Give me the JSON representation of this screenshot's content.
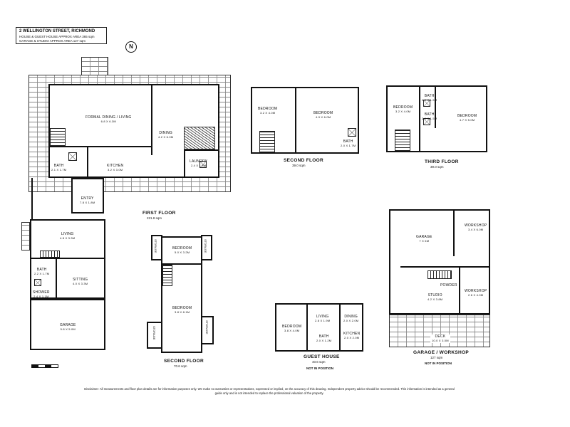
{
  "header": {
    "address": "2 WELLINGTON STREET, RICHMOND",
    "line2": "HOUSE & GUEST HOUSE APPROX AREA 365 sqm",
    "line3": "GARAGE & STUDIO APPROX AREA 127 sqm",
    "north": "N"
  },
  "first_floor": {
    "title": "FIRST FLOOR",
    "area": "221.8 sqm",
    "rooms": {
      "formal_dining": {
        "name": "FORMAL DINING / LIVING",
        "size": "6.8 x 6.3m"
      },
      "dining": {
        "name": "DINING",
        "size": "4.2 x 6.0m"
      },
      "kitchen": {
        "name": "KITCHEN",
        "size": "3.2 x 3.0m"
      },
      "laundry": {
        "name": "LAUNDRY",
        "size": "2.4 x 1.8m"
      },
      "bath": {
        "name": "BATH",
        "size": "2.1 x 1.7m"
      },
      "entry": {
        "name": "ENTRY",
        "size": "7.8 x 1.8m"
      },
      "living": {
        "name": "LIVING",
        "size": "4.8 x 3.3m"
      },
      "sitting": {
        "name": "SITTING",
        "size": "4.0 x 3.3m"
      },
      "bath2": {
        "name": "BATH",
        "size": "2.2 x 1.7m"
      },
      "shower": {
        "name": "SHOWER",
        "size": "2.4 x 1.1m"
      },
      "garage": {
        "name": "GARAGE",
        "size": "5.8 x 5.0m"
      }
    }
  },
  "second_floor_a": {
    "title": "SECOND FLOOR",
    "area": "39.0 sqm",
    "rooms": {
      "bed1": {
        "name": "BEDROOM",
        "size": "3.2 x 4.0m"
      },
      "bed2": {
        "name": "BEDROOM",
        "size": "4.9 x 6.0m"
      },
      "bath": {
        "name": "BATH",
        "size": "2.0 x 1.7m"
      }
    }
  },
  "third_floor": {
    "title": "THIRD FLOOR",
    "area": "39.0 sqm",
    "rooms": {
      "bed1": {
        "name": "BEDROOM",
        "size": "3.2 x 4.0m"
      },
      "bed2": {
        "name": "BEDROOM",
        "size": "4.7 x 5.0m"
      },
      "bath": {
        "name": "BATH",
        "size": "2.0 x 1.5m"
      },
      "bath2": {
        "name": "BATH",
        "size": "2.0 x 1.5m"
      }
    }
  },
  "second_floor_b": {
    "title": "SECOND FLOOR",
    "area": "70.6 sqm",
    "rooms": {
      "bed1": {
        "name": "BEDROOM",
        "size": "5.0 x 3.2m"
      },
      "bed2": {
        "name": "BEDROOM",
        "size": "3.8 x 8.1m"
      },
      "storage": "STORAGE"
    }
  },
  "guest_house": {
    "title": "GUEST HOUSE",
    "area": "40.6 sqm",
    "note": "NOT IN POSITION",
    "rooms": {
      "bed": {
        "name": "BEDROOM",
        "size": "3.8 x 4.0m"
      },
      "living": {
        "name": "LIVING",
        "size": "2.8 x 1.9m"
      },
      "dining": {
        "name": "DINING",
        "size": "2.0 x 2.0m"
      },
      "bath": {
        "name": "BATH",
        "size": "2.0 x 1.2m"
      },
      "kitchen": {
        "name": "KITCHEN",
        "size": "2.0 x 2.0m"
      }
    }
  },
  "garage_workshop": {
    "title": "GARAGE / WORKSHOP",
    "area": "127 sqm",
    "note": "NOT IN POSITION",
    "rooms": {
      "garage": {
        "name": "GARAGE",
        "size": "7 x 6m"
      },
      "workshop": {
        "name": "WORKSHOP",
        "size": "3.4 x 6.0m"
      },
      "studio": {
        "name": "STUDIO",
        "size": "4.2 x 3.8m"
      },
      "workshop2": {
        "name": "WORKSHOP",
        "size": "2.6 x 4.0m"
      },
      "deck": {
        "name": "DECK",
        "size": "10.0 x 3.0m"
      },
      "powder": "POWDER"
    }
  },
  "disclaimer": "Disclaimer: All measurements and floor plan details are for information purposes only. We make no warranties or representations, expressed or implied, on the accuracy of this drawing. Independent property advice should be recommended. This information is intended as a general guide only and is not intended to replace the professional valuation of the property."
}
